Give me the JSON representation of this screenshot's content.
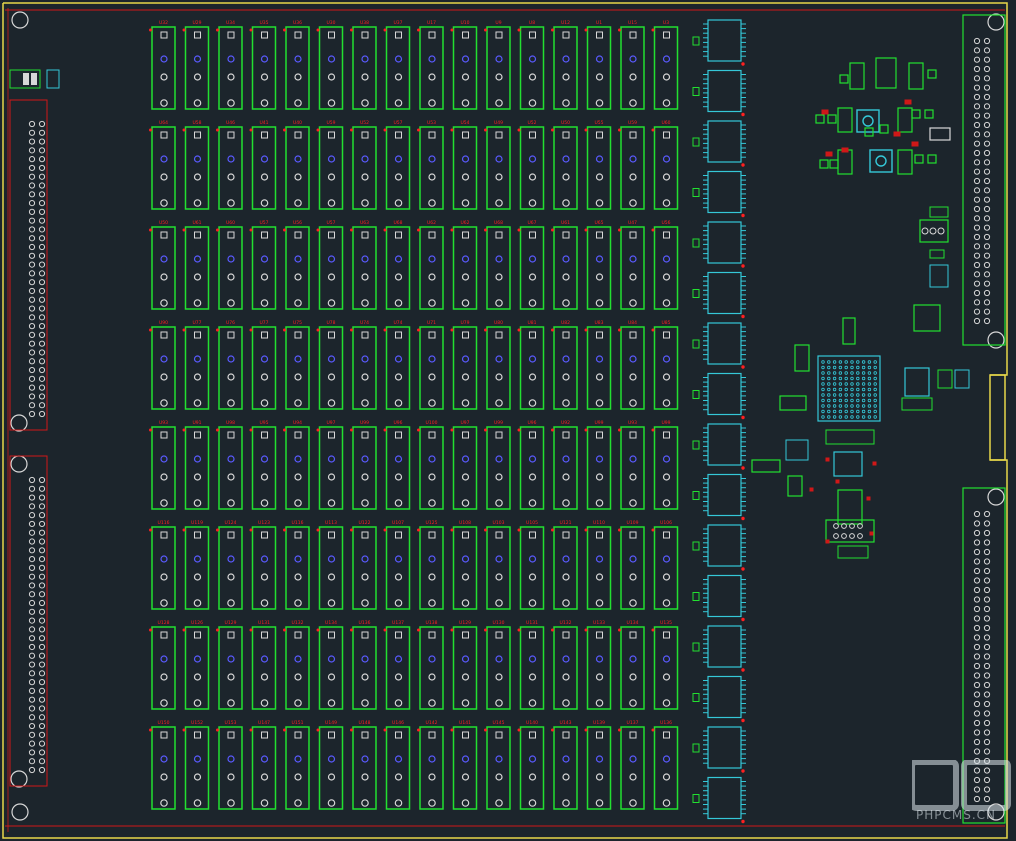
{
  "board": {
    "colors": {
      "background": "#1c252c",
      "outline": "#e8d84a",
      "component": "#22e030",
      "silk": "#ff2020",
      "pin": "#d8d8d8",
      "via": "#5a5aff",
      "ic": "#35c8d8",
      "edge": "#d01818"
    },
    "grid": {
      "rows": 8,
      "cols": 16
    },
    "relay_labels": [
      [
        "U32",
        "U29",
        "U34",
        "U35",
        "U36",
        "U30",
        "U38",
        "U37",
        "U17",
        "U10",
        "U9",
        "U8",
        "U12",
        "U1",
        "U15",
        "U3"
      ],
      [
        "U64",
        "U58",
        "U46",
        "U41",
        "U40",
        "U59",
        "U52",
        "U57",
        "U53",
        "U54",
        "U49",
        "U52",
        "U50",
        "U55",
        "U59",
        "U60"
      ],
      [
        "U50",
        "U61",
        "U60",
        "U57",
        "U56",
        "U57",
        "U63",
        "U68",
        "U62",
        "U62",
        "U68",
        "U67",
        "U61",
        "U65",
        "U47",
        "U56"
      ],
      [
        "U90",
        "U77",
        "U76",
        "U77",
        "U75",
        "U78",
        "U74",
        "U74",
        "U71",
        "U79",
        "U80",
        "U81",
        "U82",
        "U83",
        "U84",
        "U85"
      ],
      [
        "U93",
        "U91",
        "U98",
        "U95",
        "U94",
        "U97",
        "U99",
        "U96",
        "U100",
        "U97",
        "U99",
        "U96",
        "U92",
        "U99",
        "U93",
        "U99"
      ],
      [
        "U116",
        "U119",
        "U124",
        "U123",
        "U116",
        "U113",
        "U122",
        "U107",
        "U125",
        "U108",
        "U103",
        "U105",
        "U121",
        "U110",
        "U109",
        "U106"
      ],
      [
        "U128",
        "U126",
        "U129",
        "U131",
        "U132",
        "U134",
        "U136",
        "U137",
        "U138",
        "U129",
        "U130",
        "U131",
        "U132",
        "U133",
        "U134",
        "U135"
      ],
      [
        "U150",
        "U152",
        "U153",
        "U147",
        "U151",
        "U149",
        "U148",
        "U146",
        "U142",
        "U141",
        "U145",
        "U140",
        "U143",
        "U139",
        "U137",
        "U136"
      ]
    ],
    "soic_count": 16,
    "watermark": {
      "text": "PHPCMS.CN",
      "logo_letter": "P"
    }
  }
}
